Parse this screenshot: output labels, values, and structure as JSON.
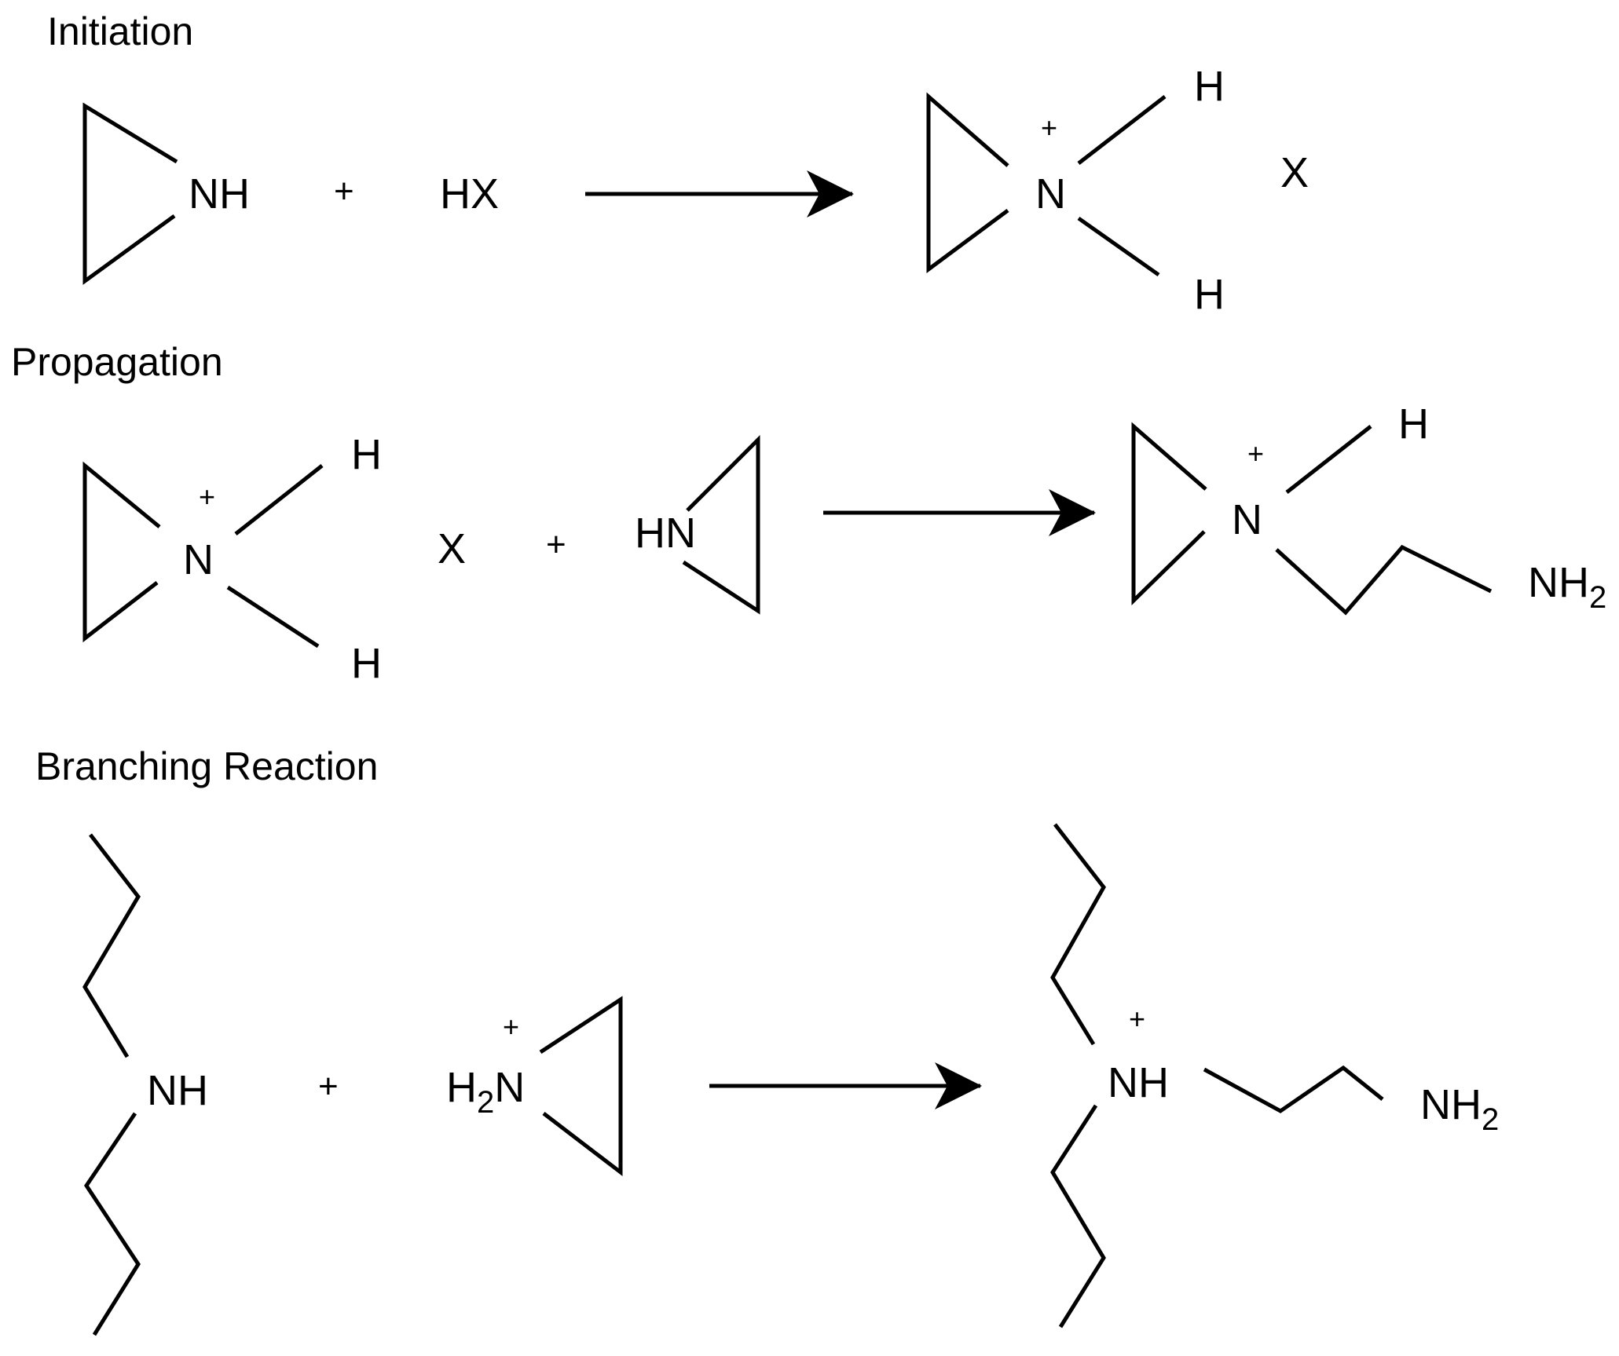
{
  "sections": {
    "initiation": {
      "title": "Initiation",
      "reactant1_label": "NH",
      "plus1": "+",
      "reactant2_label": "HX",
      "product_charge": "+",
      "product_n": "N",
      "product_h_top": "H",
      "product_h_bottom": "H",
      "product_counterion": "X"
    },
    "propagation": {
      "title": "Propagation",
      "reactant1_charge": "+",
      "reactant1_n": "N",
      "reactant1_h_top": "H",
      "reactant1_h_bottom": "H",
      "reactant1_counterion": "X",
      "plus1": "+",
      "reactant2_label": "HN",
      "product_charge": "+",
      "product_n": "N",
      "product_h": "H",
      "product_amine": "NH",
      "product_amine_sub": "2"
    },
    "branching": {
      "title": "Branching Reaction",
      "reactant1_label": "NH",
      "plus1": "+",
      "reactant2_charge": "+",
      "reactant2_h": "H",
      "reactant2_sub": "2",
      "reactant2_n": "N",
      "product_charge": "+",
      "product_label": "NH",
      "product_amine": "NH",
      "product_amine_sub": "2"
    }
  },
  "colors": {
    "ink": "#000000",
    "background": "#ffffff"
  }
}
